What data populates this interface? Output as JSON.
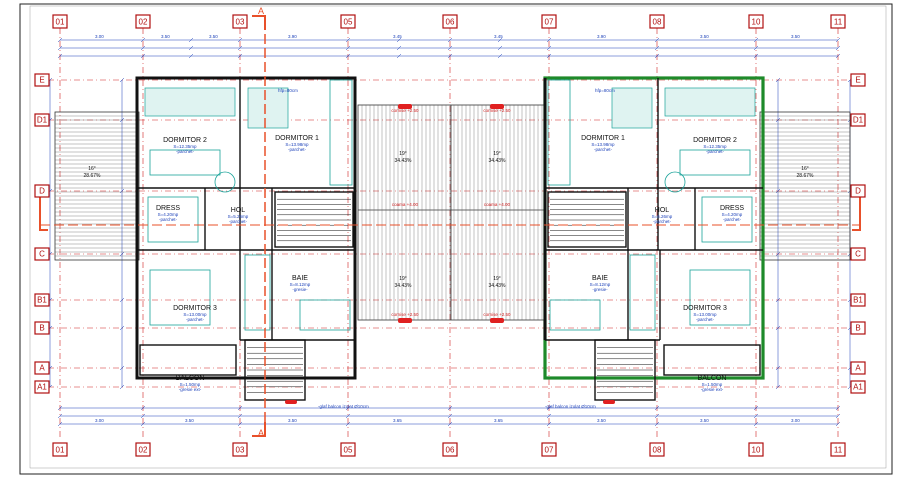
{
  "grid": {
    "columns": [
      "01",
      "02",
      "03",
      "05",
      "06",
      "07",
      "08",
      "10",
      "11"
    ],
    "rows": [
      "E",
      "D1",
      "D",
      "C",
      "B1",
      "B",
      "A",
      "A1"
    ]
  },
  "section_mark": "A",
  "dimensions_top": [
    "3.00",
    "3.50",
    "3.50",
    "3.90",
    "3.45",
    "3.45",
    "3.90",
    "3.50",
    "3.50",
    "3.00"
  ],
  "dimensions_bottom": [
    "3.00",
    "3.50",
    "3.50",
    "3.65",
    "3.65",
    "3.50",
    "3.50",
    "3.00"
  ],
  "left_unit": {
    "rooms": [
      {
        "key": "dormitor2",
        "name": "DORMITOR 2",
        "area": "S=12.35mp",
        "floor": "-parchet-"
      },
      {
        "key": "dormitor1",
        "name": "DORMITOR 1",
        "area": "S=13.98mp",
        "floor": "-parchet-"
      },
      {
        "key": "dress",
        "name": "DRESS",
        "area": "S=4.20mp",
        "floor": "-parchet-"
      },
      {
        "key": "hol",
        "name": "HOL",
        "area": "S=5.26mp",
        "floor": "-parchet-"
      },
      {
        "key": "baie",
        "name": "BAIE",
        "area": "S=8.12mp",
        "floor": "-gresie-"
      },
      {
        "key": "dormitor3",
        "name": "DORMITOR 3",
        "area": "S=13.00mp",
        "floor": "-parchet-"
      },
      {
        "key": "balcon",
        "name": "BALCON",
        "area": "S=1.50mp",
        "floor": "-gresie ext-"
      }
    ],
    "roof_slope": "16°",
    "roof_pct": "28.67%"
  },
  "right_unit": {
    "rooms": [
      {
        "key": "dormitor1",
        "name": "DORMITOR 1",
        "area": "S=13.98mp",
        "floor": "-parchet-"
      },
      {
        "key": "dormitor2",
        "name": "DORMITOR 2",
        "area": "S=12.35mp",
        "floor": "-parchet-"
      },
      {
        "key": "hol",
        "name": "HOL",
        "area": "S=5.26mp",
        "floor": "-parchet-"
      },
      {
        "key": "dress",
        "name": "DRESS",
        "area": "S=4.20mp",
        "floor": "-parchet-"
      },
      {
        "key": "baie",
        "name": "BAIE",
        "area": "S=8.12mp",
        "floor": "-gresie-"
      },
      {
        "key": "dormitor3",
        "name": "DORMITOR 3",
        "area": "S=13.00mp",
        "floor": "-parchet-"
      },
      {
        "key": "balcon",
        "name": "BALCON",
        "area": "S=1.50mp",
        "floor": "-gresie ext-"
      }
    ],
    "roof_slope": "16°",
    "roof_pct": "28.67%"
  },
  "central_roof": {
    "slopes": [
      "19°",
      "19°",
      "19°",
      "19°"
    ],
    "pcts": [
      "34.43%",
      "34.43%",
      "34.43%",
      "34.43%"
    ],
    "cotas": [
      "cornise +2.50",
      "cornise +2.50",
      "coama +4.00",
      "coama +4.00",
      "cornise +2.50",
      "cornise +2.50"
    ]
  },
  "labels": {
    "hfp": "hfp=80cm",
    "parapet": "-glaf balcon izolat Ø10cm",
    "parapet2": "-glaf balcon izolat Ø10cm"
  }
}
